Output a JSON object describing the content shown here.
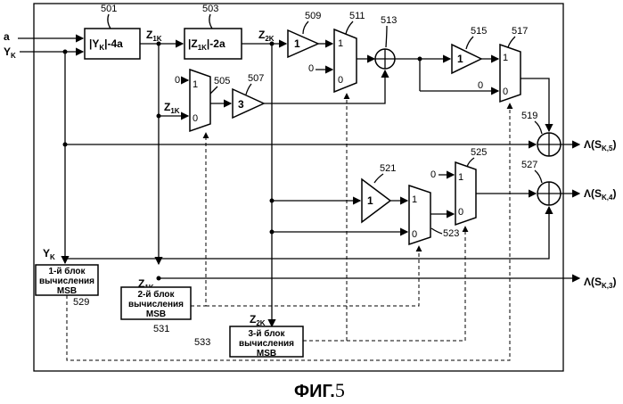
{
  "diagram": {
    "inputs": {
      "a": "a",
      "y": "Y",
      "y_sub": "K"
    },
    "blocks": {
      "b501": {
        "ref": "501",
        "text": "|Y",
        "sub": "K",
        "tail": "|-4a"
      },
      "b503": {
        "ref": "503",
        "text": "|Z",
        "sub": "1K",
        "tail": "|-2a"
      },
      "b509": {
        "ref": "509",
        "text": "1"
      },
      "b507": {
        "ref": "507",
        "text": "3"
      },
      "b515": {
        "ref": "515",
        "text": "1"
      },
      "b521": {
        "ref": "521",
        "text": "1"
      },
      "b529": {
        "ref": "529",
        "lines": [
          "1-й блок",
          "вычисления",
          "MSB"
        ]
      },
      "b531": {
        "ref": "531",
        "lines": [
          "2-й блок",
          "вычисления",
          "MSB"
        ]
      },
      "b533": {
        "ref": "533",
        "lines": [
          "3-й блок",
          "вычисления",
          "MSB"
        ]
      }
    },
    "muxes": {
      "m505": {
        "ref": "505",
        "in1": "1",
        "in0": "0"
      },
      "m511": {
        "ref": "511",
        "in1": "1",
        "in0": "0"
      },
      "m517": {
        "ref": "517",
        "in1": "1",
        "in0": "0"
      },
      "m523": {
        "ref": "523",
        "in1": "1",
        "in0": "0"
      },
      "m525": {
        "ref": "525",
        "in1": "1",
        "in0": "0"
      }
    },
    "adders": {
      "a513": "513",
      "a519": "519",
      "a527": "527"
    },
    "consts": {
      "c505": "0",
      "c511": "0",
      "c517": "0",
      "c525": "0"
    },
    "signals": {
      "z1": "Z",
      "z1_sub": "1K",
      "z2": "Z",
      "z2_sub": "2K",
      "yk": "Y",
      "yk_sub": "K"
    },
    "outputs": {
      "o5": "Λ(S",
      "o5_sub": "K,5",
      "o5_tail": ")",
      "o4": "Λ(S",
      "o4_sub": "K,4",
      "o4_tail": ")",
      "o3": "Λ(S",
      "o3_sub": "K,3",
      "o3_tail": ")"
    },
    "caption": {
      "text": "ФИГ.",
      "num": "5"
    }
  }
}
